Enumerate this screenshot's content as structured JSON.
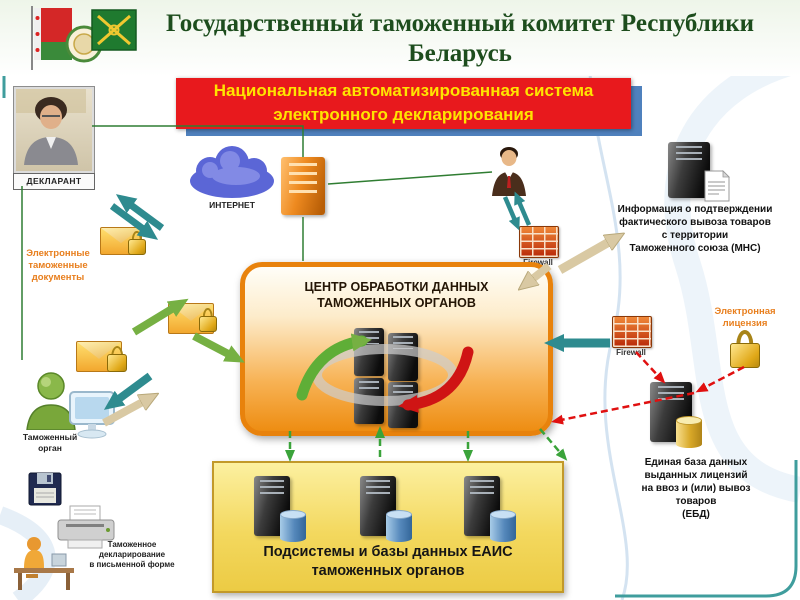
{
  "header": {
    "title_line1": "Государственный таможенный комитет",
    "title_line2": "Республики Беларусь"
  },
  "banner": {
    "line1": "Национальная автоматизированная система",
    "line2": "электронного декларирования"
  },
  "nodes": {
    "declarant": {
      "label": "ДЕКЛАРАНТ"
    },
    "internet": {
      "label": "ИНТЕРНЕТ"
    },
    "edocs": {
      "lines": [
        "Электронные",
        "таможенные",
        "документы"
      ]
    },
    "customs_authority": {
      "lines": [
        "Таможенный",
        "орган"
      ]
    },
    "paper_declaration": {
      "lines": [
        "Таможенное",
        "декларирование",
        "в письменной форме"
      ]
    },
    "data_center": {
      "lines": [
        "ЦЕНТР ОБРАБОТКИ ДАННЫХ",
        "ТАМОЖЕННЫХ ОРГАНОВ"
      ]
    },
    "subsystems": {
      "lines": [
        "Подсистемы и базы данных ЕАИС",
        "таможенных органов"
      ]
    },
    "mns_info": {
      "lines": [
        "Информация о подтверждении",
        "фактического вывоза товаров",
        "с территории",
        "Таможенного союза (МНС)"
      ]
    },
    "firewall_top": {
      "label": "Firewall"
    },
    "firewall_right": {
      "label": "Firewall"
    },
    "elicense": {
      "lines": [
        "Электронная",
        "лицензия"
      ]
    },
    "ebd": {
      "lines": [
        "Единая база данных",
        "выданных лицензий",
        "на ввоз и (или) вывоз",
        "товаров",
        "(ЕБД)"
      ]
    }
  },
  "icons": {
    "declarant": "person-photo",
    "internet": "cloud",
    "servers": "server-tower",
    "documents": "envelope-with-padlock",
    "firewall": "brick-wall",
    "license": "padlock",
    "database": "cylinder",
    "customs_officer": "green-person",
    "trader": "businessman",
    "paper_channel": "monitor+floppy+printer+desk-person",
    "flags": "belarus-flag+emblem+customs-flag"
  },
  "colors": {
    "title_green": "#1d4d1d",
    "banner_red": "#e8191d",
    "banner_yellow": "#ffe400",
    "banner_blue": "#4f81bd",
    "accent_orange": "#e87f1e",
    "center_box_orange": "#ee8d12",
    "subsystems_yellow": "#f3d85e",
    "arrow_teal": "#2e8b8f",
    "arrow_green": "#76b043",
    "arrow_beige": "#d9c9a3",
    "arrow_red": "#e01010"
  }
}
